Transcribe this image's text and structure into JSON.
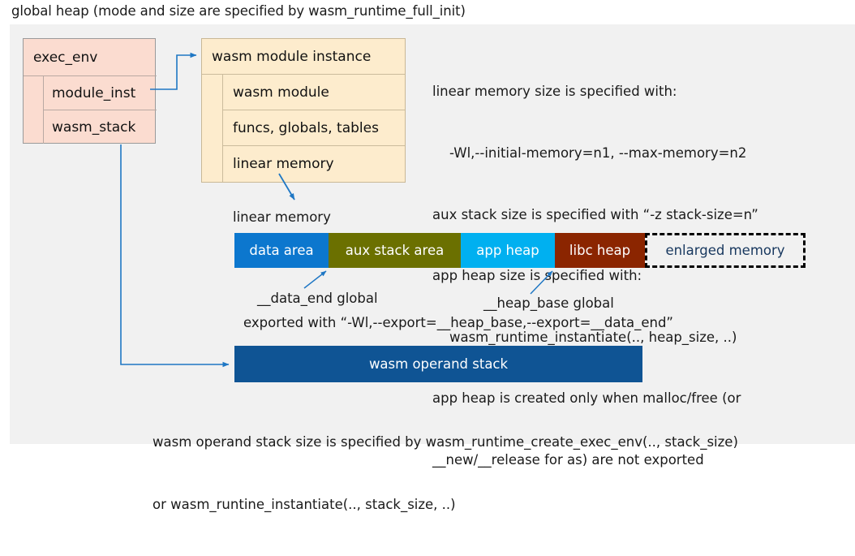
{
  "title": "global heap (mode and size are specified by wasm_runtime_full_init)",
  "colors": {
    "panel_bg": "#f1f1f1",
    "exec_env_fill": "#fbdcd0",
    "exec_env_border": "#9a9a9a",
    "module_instance_fill": "#fdeccd",
    "module_instance_border": "#c9b896",
    "arrow": "#1f77c4",
    "data_area": "#0c77ce",
    "aux_stack_area": "#6b7000",
    "app_heap": "#00b0f0",
    "libc_heap": "#8b2500",
    "enlarged_memory_text": "#17375e",
    "operand_stack": "#0f5494"
  },
  "exec_env": {
    "header": "exec_env",
    "rows": [
      {
        "label": "module_inst"
      },
      {
        "label": "wasm_stack"
      }
    ]
  },
  "module_instance": {
    "header": "wasm module instance",
    "rows": [
      {
        "label": "wasm module"
      },
      {
        "label": "funcs, globals, tables"
      },
      {
        "label": "linear memory"
      }
    ]
  },
  "notes": {
    "lines": [
      "linear memory size is specified with:",
      "    -Wl,--initial-memory=n1, --max-memory=n2",
      "aux stack size is specified with “-z stack-size=n”",
      "app heap size is specified with:",
      "    wasm_runtime_instantiate(.., heap_size, ..)",
      "app heap is created only when malloc/free (or",
      "__new/__release for as) are not exported"
    ]
  },
  "linear_memory": {
    "label": "linear memory",
    "segments": [
      {
        "label": "data area",
        "color": "#0c77ce",
        "width": 116,
        "text_color": "#ffffff",
        "style": "solid"
      },
      {
        "label": "aux stack area",
        "color": "#6b7000",
        "width": 163,
        "text_color": "#ffffff",
        "style": "solid"
      },
      {
        "label": "app heap",
        "color": "#00b0f0",
        "width": 116,
        "text_color": "#ffffff",
        "style": "solid"
      },
      {
        "label": "libc heap",
        "color": "#8b2500",
        "width": 111,
        "text_color": "#ffffff",
        "style": "solid"
      },
      {
        "label": "enlarged memory",
        "color": "#f1f1f1",
        "width": 198,
        "text_color": "#17375e",
        "style": "dashed"
      }
    ]
  },
  "annotations": {
    "data_end": "__data_end global",
    "heap_base": "__heap_base global",
    "exported": "exported with “-Wl,--export=__heap_base,--export=__data_end”"
  },
  "operand_stack": {
    "label": "wasm operand stack"
  },
  "bottom_notes": {
    "lines": [
      "wasm operand stack size is specified by wasm_runtime_create_exec_env(.., stack_size)",
      "or wasm_runtine_instantiate(.., stack_size, ..)"
    ]
  }
}
